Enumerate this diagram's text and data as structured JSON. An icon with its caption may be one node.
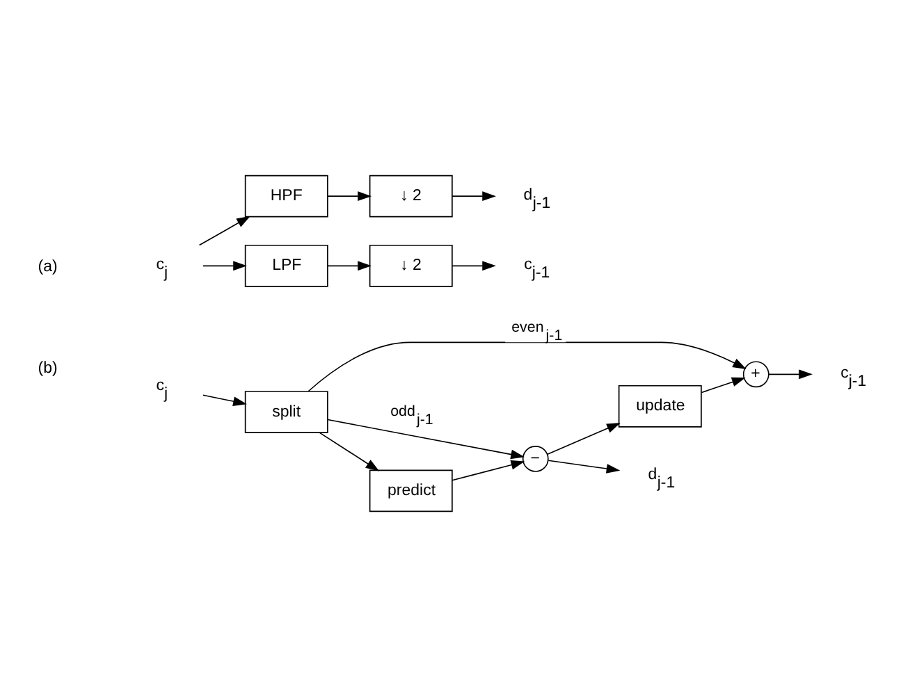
{
  "diagram": {
    "nodes": [
      {
        "text": [
          "c$_{j}$"
        ]
      },
      {
        "text": [
          "LPF"
        ]
      },
      {
        "text": [
          "↓ 2"
        ]
      },
      {
        "text": [
          "c$_{j-1}$"
        ]
      },
      {
        "text": [
          "HPF"
        ]
      },
      {
        "text": [
          "↓ 2"
        ]
      },
      {
        "text": [
          "d$_{j-1}$"
        ]
      },
      {
        "text": [
          "c$_{j}$"
        ]
      },
      {
        "text": [
          "split"
        ]
      },
      {
        "text": [
          "predict"
        ]
      },
      {
        "text": [
          "update"
        ]
      },
      {
        "text": [
          "+"
        ]
      },
      {
        "text": [
          "−"
        ]
      },
      {
        "text": [
          "c$_{j-1}$"
        ]
      },
      {
        "text": [
          "d$_{j-1}$"
        ]
      }
    ],
    "edges": [
      {
        "from": 0,
        "to": 1,
        "arrow": "to"
      },
      {
        "from": 0,
        "to": 4,
        "arrow": "to"
      },
      {
        "from": 1,
        "to": 2,
        "arrow": "to"
      },
      {
        "from": 2,
        "to": 3,
        "arrow": "to"
      },
      {
        "from": 4,
        "to": 5,
        "arrow": "to"
      },
      {
        "from": 5,
        "to": 6,
        "arrow": "to"
      },
      {
        "from": 7,
        "to": 8,
        "arrow": "to"
      },
      {
        "from": 8,
        "to": 11,
        "arrow": "to",
        "label": "even$_{j-1}$"
      },
      {
        "from": 8,
        "to": 9,
        "arrow": "to"
      },
      {
        "from": 8,
        "to": 12,
        "arrow": "to",
        "label": "odd$_{j-1}$"
      },
      {
        "from": 9,
        "to": 12,
        "arrow": "to"
      },
      {
        "from": 12,
        "to": 14,
        "arrow": "to"
      },
      {
        "from": 12,
        "to": 10,
        "arrow": "to"
      },
      {
        "from": 10,
        "to": 11,
        "arrow": "to"
      },
      {
        "from": 11,
        "to": 13,
        "arrow": "to"
      }
    ],
    "labels": [
      "(a)",
      "(b)"
    ]
  }
}
